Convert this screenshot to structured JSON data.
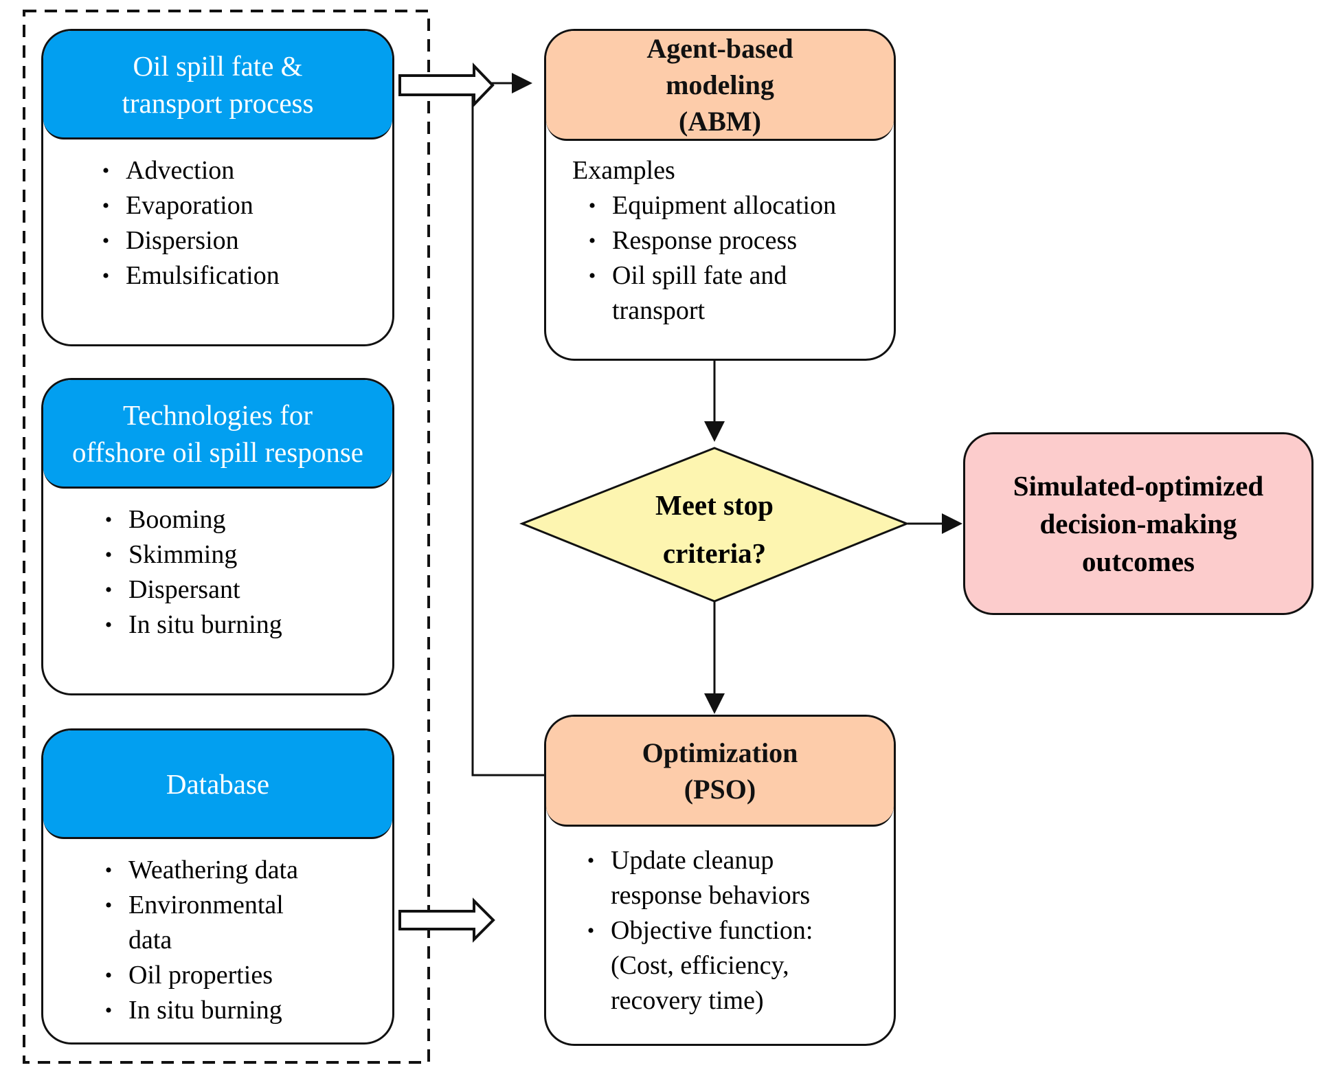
{
  "sources": {
    "fate": {
      "title_lines": [
        "Oil spill fate &",
        "transport process"
      ],
      "items": [
        "Advection",
        "Evaporation",
        "Dispersion",
        "Emulsification"
      ]
    },
    "technologies": {
      "title_lines": [
        "Technologies  for",
        "offshore oil spill response"
      ],
      "items": [
        "Booming",
        "Skimming",
        "Dispersant",
        "In situ  burning"
      ]
    },
    "database": {
      "title_lines": [
        "Database"
      ],
      "items": [
        "Weathering   data",
        "Environmental data",
        "Oil properties",
        "In situ  burning"
      ]
    }
  },
  "abm": {
    "title_lines": [
      "Agent-based",
      "modeling",
      "(ABM)"
    ],
    "lead": "Examples",
    "items": [
      "Equipment  allocation",
      "Response process",
      "Oil  spill  fate  and transport"
    ]
  },
  "decision": {
    "text_lines": [
      "Meet stop",
      "criteria?"
    ]
  },
  "outcome": {
    "text_lines": [
      "Simulated-optimized",
      "decision-making",
      "outcomes"
    ]
  },
  "optimization": {
    "title_lines": [
      "Optimization",
      "(PSO)"
    ],
    "items": [
      "Update cleanup response behaviors",
      "Objective function: (Cost, efficiency, recovery time)"
    ]
  },
  "colors": {
    "source_header": "#029ff0",
    "model_header": "#fdccaa",
    "decision_fill": "#fdf5b0",
    "outcome_fill": "#fccccc",
    "line": "#111111"
  }
}
